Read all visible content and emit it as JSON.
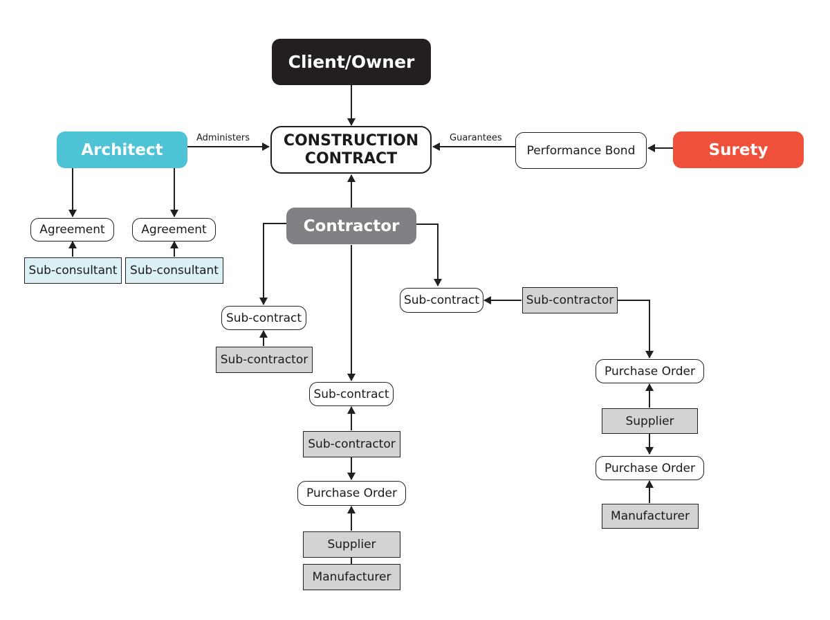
{
  "colors": {
    "client": "#231f20",
    "architect": "#4ec3d6",
    "surety": "#ee503a",
    "contractor": "#808184",
    "party_fill": "#d2d3d5",
    "consultant_fill": "#dcf1f5",
    "line": "#231f20"
  },
  "client": "Client/Owner",
  "contract": {
    "line1": "CONSTRUCTION",
    "line2": "CONTRACT"
  },
  "architect": "Architect",
  "surety": "Surety",
  "contractor": "Contractor",
  "performance_bond": "Performance Bond",
  "labels": {
    "administers": "Administers",
    "guarantees": "Guarantees"
  },
  "architect_branch": [
    {
      "agreement": "Agreement",
      "sub_consultant": "Sub-consultant"
    },
    {
      "agreement": "Agreement",
      "sub_consultant": "Sub-consultant"
    }
  ],
  "left_branch": {
    "sub_contract": "Sub-contract",
    "sub_contractor": "Sub-contractor"
  },
  "center_branch": {
    "sub_contract": "Sub-contract",
    "sub_contractor": "Sub-contractor",
    "purchase_order": "Purchase Order",
    "supplier": "Supplier",
    "manufacturer": "Manufacturer"
  },
  "right_branch": {
    "sub_contract": "Sub-contract",
    "sub_contractor": "Sub-contractor",
    "purchase_order_1": "Purchase Order",
    "supplier": "Supplier",
    "purchase_order_2": "Purchase Order",
    "manufacturer": "Manufacturer"
  }
}
